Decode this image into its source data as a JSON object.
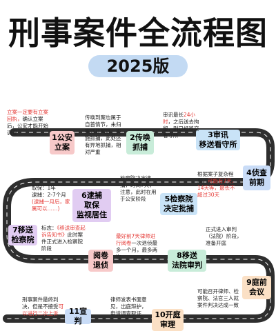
{
  "title": "刑事案件全流程图",
  "year": "2025版",
  "steps": [
    {
      "label": "1公安\n立案",
      "color": "#f7c9c9"
    },
    {
      "label": "2传唤\n抓捕",
      "color": "#c8ecd9"
    },
    {
      "label": "3审讯\n移送看守所",
      "color": "#c9e3f7"
    },
    {
      "label": "4侦查\n前期",
      "color": "#c9dcf7"
    },
    {
      "label": "5检察院\n决定批捕",
      "color": "#c9e3f7"
    },
    {
      "label": "6逮捕\n取保\n监视居住",
      "color": "#e1ccf2"
    },
    {
      "label": "7移送\n检察院",
      "color": "#e1ccf2"
    },
    {
      "label": "阅卷\n退侦",
      "color": "#f7c9c9"
    },
    {
      "label": "8移送\n法院审判",
      "color": "#c8ecd9"
    },
    {
      "label": "9庭前\n会议",
      "color": "#fbe0c5"
    },
    {
      "label": "10开庭\n审理",
      "color": "#fbe0c5"
    },
    {
      "label": "11宣判",
      "color": "#c9dcf7"
    }
  ],
  "notes": {
    "n1": {
      "red": "立案一定要有立案回执，",
      "text": "确认立案后，公安才能开始调查"
    },
    "n2": {
      "text": "传唤到案也属于自首情节，未归案则挂网逃，实施抓捕，此处还有异地抓捕，相对严重"
    },
    "n3": {
      "a": "审讯最长",
      "red": "24小时",
      "b": "，之后送去拘留，则已经移交看守所"
    },
    "n4": {
      "a": "根据案子复杂程度，",
      "red": "可能有7天，14天等，最长不超过30天"
    },
    "n5": {
      "text": "检察院决定逮捕，时间7天，注意，此时在用于公安阶段"
    },
    "n6": {
      "a": "取保：1年\n逮捕：2-7个月\n",
      "red": "(逮捕一月后，家属可以……)"
    },
    "n7": {
      "a": "标志：",
      "red": "《移送审查起诉告知书》",
      "b": "此时案件正式进入检察院阶段"
    },
    "n8": {
      "red": "最好前7天律师进行阅卷",
      "b": "一次退侦最多一个月，最多两次"
    },
    "n9": {
      "text": "正式进入审判（法院）阶段，准备开庭"
    },
    "n10": {
      "text": "可能召开律师、检察院、法官三人就案件判决达成一致"
    },
    "n11": {
      "text": "律师发表书面意见，出庭辩护，申请调查取证"
    },
    "n12": {
      "a": "刑事案件最终判决，但是不接受",
      "red": "可以进行二次上诉"
    }
  }
}
